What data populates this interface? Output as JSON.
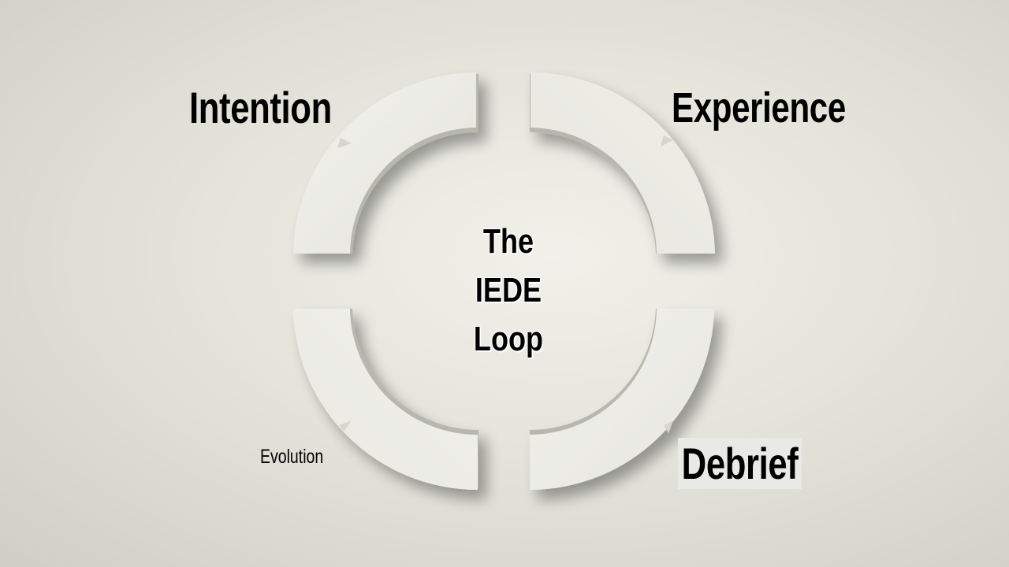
{
  "diagram": {
    "stages": {
      "intention": "Intention",
      "experience": "Experience",
      "debrief": "Debrief",
      "evolution": "Evolution"
    },
    "center": {
      "line1": "The",
      "line2": "IEDE",
      "line3": "Loop"
    }
  },
  "colors": {
    "background": "#e4e4db",
    "segment_face": "#ecece4",
    "segment_side": "#b9b9b0",
    "text": "#000000"
  }
}
